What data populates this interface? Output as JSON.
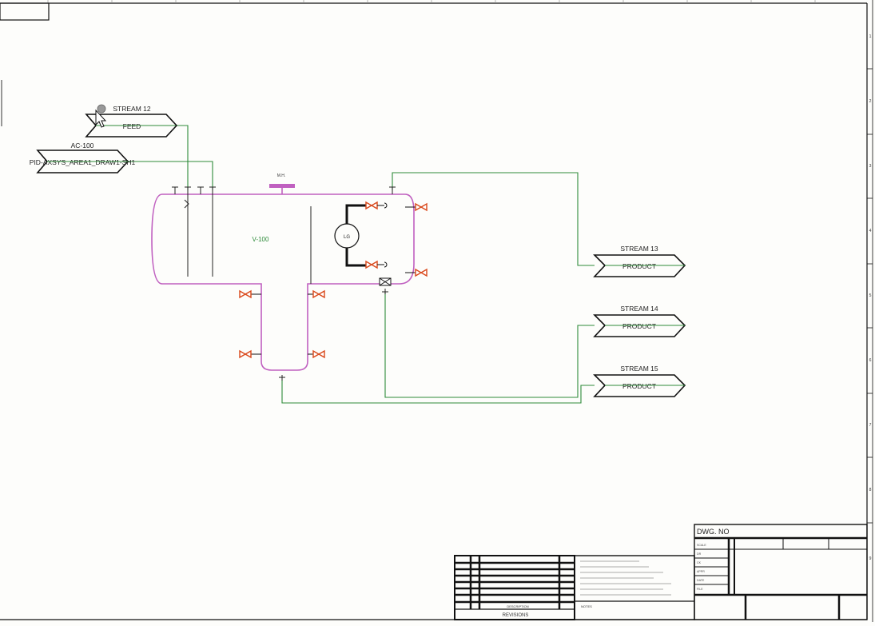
{
  "colors": {
    "background": "#fdfdfb",
    "border": "#111111",
    "vessel": "#c060c0",
    "pipe": "#2e8b3a",
    "valve": "#d9481a",
    "text": "#222222",
    "vessel_label": "#2e8b3a"
  },
  "sheet": {
    "corner_tag": "  ",
    "zone_numbers": [
      "1",
      "2",
      "3",
      "4",
      "5",
      "6",
      "7",
      "8",
      "9"
    ]
  },
  "streams": [
    {
      "id": "stream-12",
      "name": "STREAM 12",
      "label": "FEED"
    },
    {
      "id": "ac-100",
      "name": "AC-100",
      "label": "PID-AXSYS_AREA1_DRAW1-SH1"
    },
    {
      "id": "stream-13",
      "name": "STREAM 13",
      "label": "PRODUCT"
    },
    {
      "id": "stream-14",
      "name": "STREAM 14",
      "label": "PRODUCT"
    },
    {
      "id": "stream-15",
      "name": "STREAM 15",
      "label": "PRODUCT"
    }
  ],
  "equipment": {
    "vessel_name": "V-100",
    "manhole_label": "M.H.",
    "level_gauge_label": "LG"
  },
  "title_block": {
    "dwg_no_label": "DWG. NO",
    "revisions_label": "REVISIONS",
    "description_label": "DESCRIPTION",
    "notes_label": "NOTES",
    "row_labels": [
      "SCALE",
      "DR",
      "CK",
      "APPR",
      "DATE",
      "FILE"
    ]
  },
  "cursor_icon": "mouse-pointer-icon"
}
